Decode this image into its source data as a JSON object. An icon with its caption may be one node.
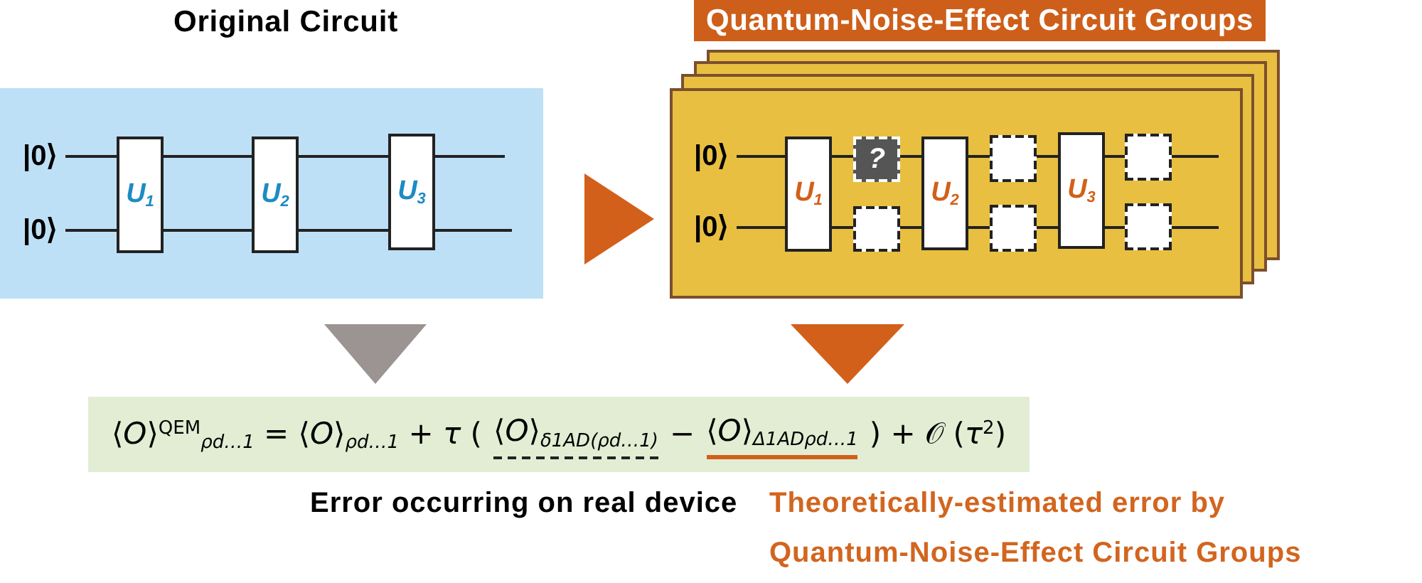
{
  "diagram": {
    "nodes": [
      {
        "text": [
          "Original Circuit"
        ]
      },
      {
        "text": [
          "|0⟩"
        ],
        "in": 0
      },
      {
        "text": [
          "|0⟩"
        ],
        "in": 0
      },
      {
        "text": [
          "U$_{1}$"
        ],
        "in": 0
      },
      {
        "text": [
          "U$_{2}$"
        ],
        "in": 0
      },
      {
        "text": [
          "U$_{3}$"
        ],
        "in": 0
      },
      {
        "text": [
          "Quantum-Noise-Effect Circuit Groups"
        ]
      },
      {
        "text": [],
        "shape": "box"
      },
      {
        "text": [
          "|0⟩"
        ],
        "in": 7
      },
      {
        "text": [
          "|0⟩"
        ],
        "in": 7
      },
      {
        "text": [
          "U$_{1}$"
        ],
        "in": 7
      },
      {
        "text": [
          "?"
        ],
        "in": 7
      },
      {
        "text": [],
        "shape": "box",
        "in": 7
      },
      {
        "text": [
          "U$_{2}$"
        ],
        "in": 7
      },
      {
        "text": [],
        "shape": "box",
        "in": 7
      },
      {
        "text": [],
        "shape": "box",
        "in": 7
      },
      {
        "text": [
          "U$_{3}$"
        ],
        "in": 7
      },
      {
        "text": [],
        "shape": "box",
        "in": 7
      },
      {
        "text": [],
        "shape": "box",
        "in": 7
      },
      {
        "text": [
          "⟨*O*⟩$^{QEM}$$_{ρd…1}$ = ⟨*O*⟩$_{ρd…1}$ + *τ* (",
          "⟨*O*⟩$_{δ1AD(ρd…1)}$",
          "−",
          "⟨*O*⟩$_{Δ1ADρd…1}$",
          ") + 𝒪 (*τ*$^{2}$)"
        ],
        "beside": [
          "Error occurring on real device",
          "Theoretically-estimated error by Quantum-Noise-Effect Circuit Groups"
        ]
      }
    ],
    "edges": [
      {
        "from": 1,
        "to": 3,
        "arrow": "none"
      },
      {
        "from": 2,
        "to": 3,
        "arrow": "none"
      },
      {
        "from": 3,
        "to": 4,
        "arrow": "none"
      },
      {
        "from": 3,
        "to": 4,
        "arrow": "none"
      },
      {
        "from": 4,
        "to": 5,
        "arrow": "none"
      },
      {
        "from": 4,
        "to": 5,
        "arrow": "none"
      },
      {
        "from": 5,
        "to": null,
        "arrow": "none"
      },
      {
        "from": 5,
        "to": null,
        "arrow": "none"
      },
      {
        "from": 8,
        "to": 10,
        "arrow": "none"
      },
      {
        "from": 9,
        "to": 10,
        "arrow": "none"
      },
      {
        "from": 10,
        "to": 11,
        "arrow": "none"
      },
      {
        "from": 10,
        "to": 12,
        "arrow": "none"
      },
      {
        "from": 11,
        "to": 13,
        "arrow": "none"
      },
      {
        "from": 12,
        "to": 13,
        "arrow": "none"
      },
      {
        "from": 13,
        "to": 14,
        "arrow": "none"
      },
      {
        "from": 13,
        "to": 15,
        "arrow": "none"
      },
      {
        "from": 14,
        "to": 16,
        "arrow": "none"
      },
      {
        "from": 15,
        "to": 16,
        "arrow": "none"
      },
      {
        "from": 16,
        "to": 17,
        "arrow": "none"
      },
      {
        "from": 16,
        "to": 18,
        "arrow": "none"
      },
      {
        "from": 17,
        "to": null,
        "arrow": "none"
      },
      {
        "from": 18,
        "to": null,
        "arrow": "none"
      },
      {
        "from": 0,
        "to": 7,
        "arrow": "to",
        "style": "thick",
        "color": "#d2601a"
      },
      {
        "from": 0,
        "to": 19,
        "arrow": "to",
        "style": "thick",
        "color": "#9c9492"
      },
      {
        "from": 7,
        "to": 19,
        "arrow": "to",
        "style": "thick",
        "color": "#d2601a"
      }
    ]
  }
}
